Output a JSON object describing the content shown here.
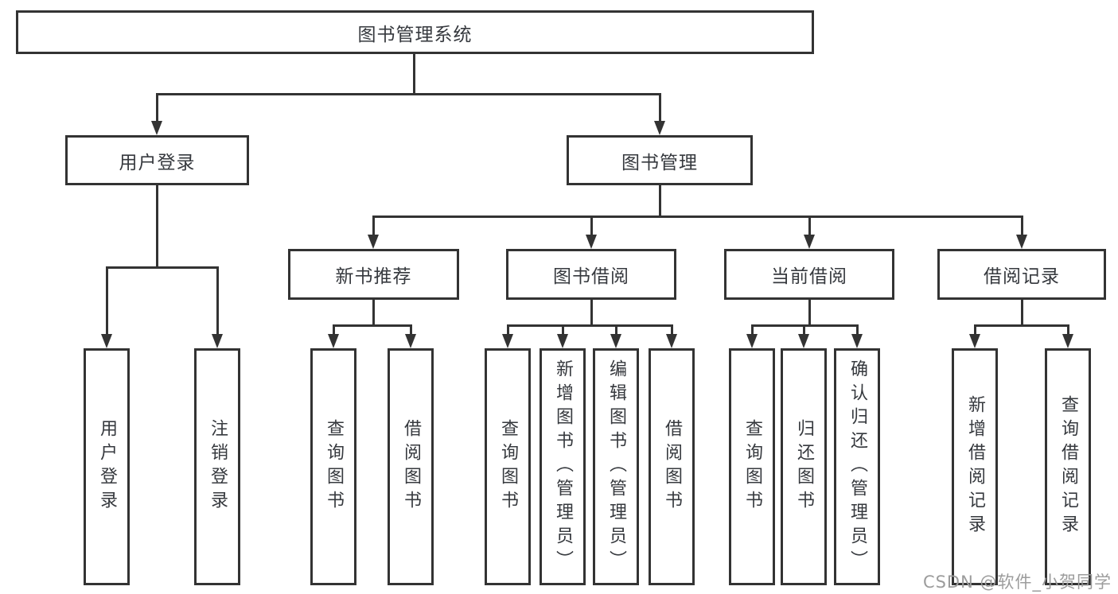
{
  "tree": {
    "root": {
      "label": "图书管理系统"
    },
    "branches": [
      {
        "label": "用户登录",
        "children": [
          {
            "label": "用户登录"
          },
          {
            "label": "注销登录"
          }
        ]
      },
      {
        "label": "图书管理",
        "children": [
          {
            "label": "新书推荐",
            "children": [
              {
                "label": "查询图书"
              },
              {
                "label": "借阅图书"
              }
            ]
          },
          {
            "label": "图书借阅",
            "children": [
              {
                "label": "查询图书"
              },
              {
                "label": "新增图书（管理员）"
              },
              {
                "label": "编辑图书（管理员）"
              },
              {
                "label": "借阅图书"
              }
            ]
          },
          {
            "label": "当前借阅",
            "children": [
              {
                "label": "查询图书"
              },
              {
                "label": "归还图书"
              },
              {
                "label": "确认归还（管理员）"
              }
            ]
          },
          {
            "label": "借阅记录",
            "children": [
              {
                "label": "新增借阅记录"
              },
              {
                "label": "查询借阅记录"
              }
            ]
          }
        ]
      }
    ]
  },
  "watermark": "CSDN @软件_小贺同学",
  "colors": {
    "line": "#333333",
    "text": "#36393e",
    "watermark": "#9c9c9c",
    "background": "#ffffff"
  }
}
